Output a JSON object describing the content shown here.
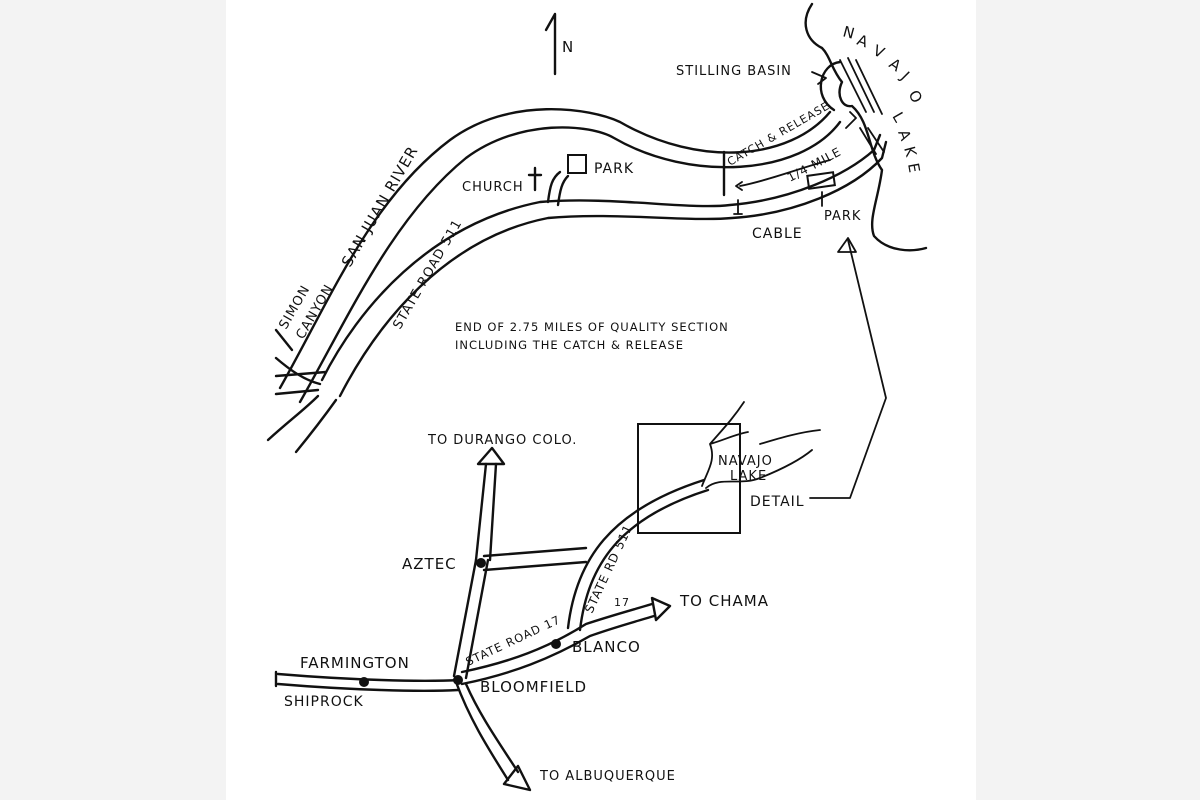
{
  "north": "N",
  "detail_map": {
    "lake_letters": [
      "N",
      "A",
      "V",
      "A",
      "J",
      "O",
      "L",
      "A",
      "K",
      "E"
    ],
    "stilling_basin": "STILLING BASIN",
    "catch_release": "CATCH & RELEASE",
    "quarter_mile": "1/4 MILE",
    "park_upper": "PARK",
    "park_lower": "PARK",
    "cable": "CABLE",
    "church": "CHURCH",
    "river": "SAN JUAN RIVER",
    "road": "STATE ROAD 511",
    "canyon_line1": "SIMON",
    "canyon_line2": "CANYON",
    "note_line1": "END OF 2.75 MILES OF QUALITY SECTION",
    "note_line2": "INCLUDING THE CATCH & RELEASE"
  },
  "overview_map": {
    "durango": "TO DURANGO COLO.",
    "lake_line1": "NAVAJO",
    "lake_line2": "LAKE",
    "detail": "DETAIL",
    "aztec": "AZTEC",
    "rd511": "STATE RD 511",
    "route17": "17",
    "chama": "TO CHAMA",
    "road17": "STATE ROAD 17",
    "blanco": "BLANCO",
    "farmington": "FARMINGTON",
    "shiprock": "SHIPROCK",
    "bloomfield": "BLOOMFIELD",
    "albuquerque": "TO ALBUQUERQUE"
  }
}
